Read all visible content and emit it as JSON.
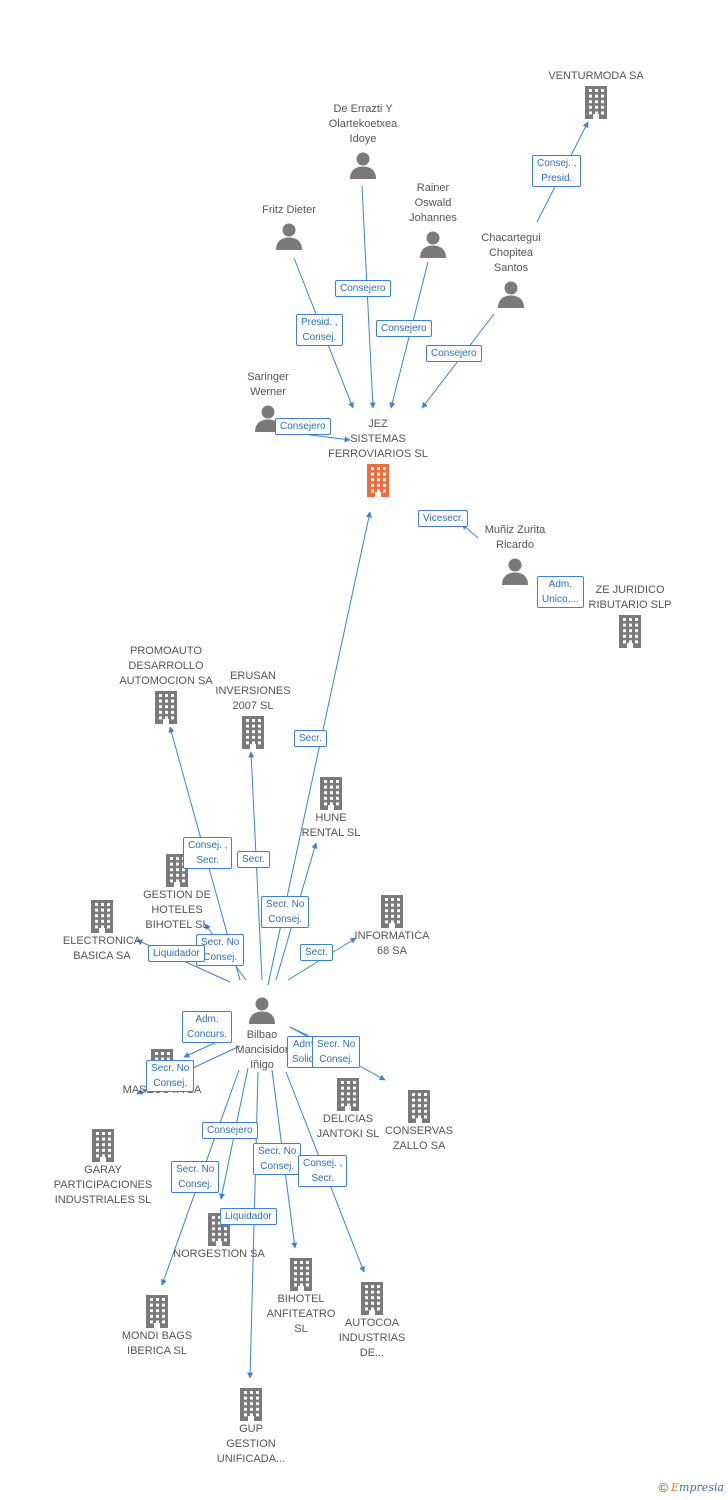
{
  "colors": {
    "center": "#f26b3a",
    "node": "#7a7a7a",
    "edge": "#3b82d6"
  },
  "center": {
    "id": "jez",
    "name": "JEZ\nSISTEMAS\nFERROVIARIOS SL",
    "icon": "building-icon"
  },
  "nodes": [
    {
      "id": "venturmoda",
      "type": "company",
      "name": "VENTURMODA SA"
    },
    {
      "id": "derrazti",
      "type": "person",
      "name": "De Errazti Y\nOlartekoetxea\nIdoye"
    },
    {
      "id": "rainer",
      "type": "person",
      "name": "Rainer\nOswald\nJohannes"
    },
    {
      "id": "fritz",
      "type": "person",
      "name": "Fritz Dieter"
    },
    {
      "id": "chacartegui",
      "type": "person",
      "name": "Chacartegui\nChopitea\nSantos"
    },
    {
      "id": "saringer",
      "type": "person",
      "name": "Saringer\nWerner"
    },
    {
      "id": "jez",
      "type": "center",
      "name": "JEZ\nSISTEMAS\nFERROVIARIOS SL"
    },
    {
      "id": "munhiz",
      "type": "person",
      "name": "Muñiz Zurita\nRicardo"
    },
    {
      "id": "ze",
      "type": "company",
      "name": "ZE JURIDICO\nRIBUTARIO SLP"
    },
    {
      "id": "promoauto",
      "type": "company",
      "name": "PROMOAUTO\nDESARROLLO\nAUTOMOCION SA"
    },
    {
      "id": "erusan",
      "type": "company",
      "name": "ERUSAN\nINVERSIONES\n2007 SL"
    },
    {
      "id": "hune",
      "type": "company",
      "name": "HUNE\nRENTAL SL"
    },
    {
      "id": "gestion",
      "type": "company",
      "name": "GESTION DE\nHOTELES\nBIHOTEL SL"
    },
    {
      "id": "electronica",
      "type": "company",
      "name": "ELECTRONICA\nBASICA SA"
    },
    {
      "id": "informatica",
      "type": "company",
      "name": "INFORMATICA\n68 SA"
    },
    {
      "id": "bilbao",
      "type": "person",
      "name": "Bilbao\nMancisidor\nIñigo"
    },
    {
      "id": "masecoya",
      "type": "company",
      "name": "MASECOYA SA"
    },
    {
      "id": "delicias",
      "type": "company",
      "name": "DELICIAS\nJANTOKI SL"
    },
    {
      "id": "conservas",
      "type": "company",
      "name": "CONSERVAS\nZALLO SA"
    },
    {
      "id": "garay",
      "type": "company",
      "name": "GARAY\nPARTICIPACIONES\nINDUSTRIALES SL"
    },
    {
      "id": "norgestion",
      "type": "company",
      "name": "NORGESTION SA"
    },
    {
      "id": "bihotel",
      "type": "company",
      "name": "BIHOTEL\nANFITEATRO\nSL"
    },
    {
      "id": "autocoa",
      "type": "company",
      "name": "AUTOCOA\nINDUSTRIAS\nDE..."
    },
    {
      "id": "mondibags",
      "type": "company",
      "name": "MONDI BAGS\nIBERICA  SL"
    },
    {
      "id": "gup",
      "type": "company",
      "name": "GUP\nGESTION\nUNIFICADA..."
    }
  ],
  "edges": [
    {
      "from": "chacartegui",
      "to": "venturmoda",
      "label": "Consej. ,\nPresid."
    },
    {
      "from": "derrazti",
      "to": "jez",
      "label": "Consejero"
    },
    {
      "from": "fritz",
      "to": "jez",
      "label": "Presid. ,\nConsej."
    },
    {
      "from": "rainer",
      "to": "jez",
      "label": "Consejero"
    },
    {
      "from": "chacartegui",
      "to": "jez",
      "label": "Consejero"
    },
    {
      "from": "saringer",
      "to": "jez",
      "label": "Consejero"
    },
    {
      "from": "munhiz",
      "to": "jez",
      "label": "Vicesecr."
    },
    {
      "from": "munhiz",
      "to": "ze",
      "label": "Adm.\nUnico,..."
    },
    {
      "from": "bilbao",
      "to": "jez",
      "label": "Secr."
    },
    {
      "from": "bilbao",
      "to": "promoauto",
      "label": "Consej. ,\nSecr."
    },
    {
      "from": "bilbao",
      "to": "erusan",
      "label": "Secr."
    },
    {
      "from": "bilbao",
      "to": "hune",
      "label": "Secr.  No\nConsej."
    },
    {
      "from": "bilbao",
      "to": "gestion",
      "label": "Secr.  No\nConsej."
    },
    {
      "from": "bilbao",
      "to": "electronica",
      "label": "Liquidador"
    },
    {
      "from": "bilbao",
      "to": "informatica",
      "label": "Secr."
    },
    {
      "from": "bilbao",
      "to": "masecoya",
      "label": "Adm.\nConcurs."
    },
    {
      "from": "bilbao",
      "to": "garay",
      "label": "Secr.  No\nConsej."
    },
    {
      "from": "bilbao",
      "to": "delicias",
      "label": "Adm.\nSolid."
    },
    {
      "from": "bilbao",
      "to": "conservas",
      "label": "Secr.  No\nConsej."
    },
    {
      "from": "bilbao",
      "to": "norgestion",
      "label": "Consejero"
    },
    {
      "from": "bilbao",
      "to": "mondibags",
      "label": "Secr.  No\nConsej."
    },
    {
      "from": "bilbao",
      "to": "gup",
      "label": "Liquidador"
    },
    {
      "from": "bilbao",
      "to": "bihotel",
      "label": "Secr.  No\nConsej."
    },
    {
      "from": "bilbao",
      "to": "autocoa",
      "label": "Consej. ,\nSecr."
    }
  ],
  "copyright": {
    "symbol": "©",
    "brand_first": "E",
    "brand_rest": "mpresia"
  }
}
